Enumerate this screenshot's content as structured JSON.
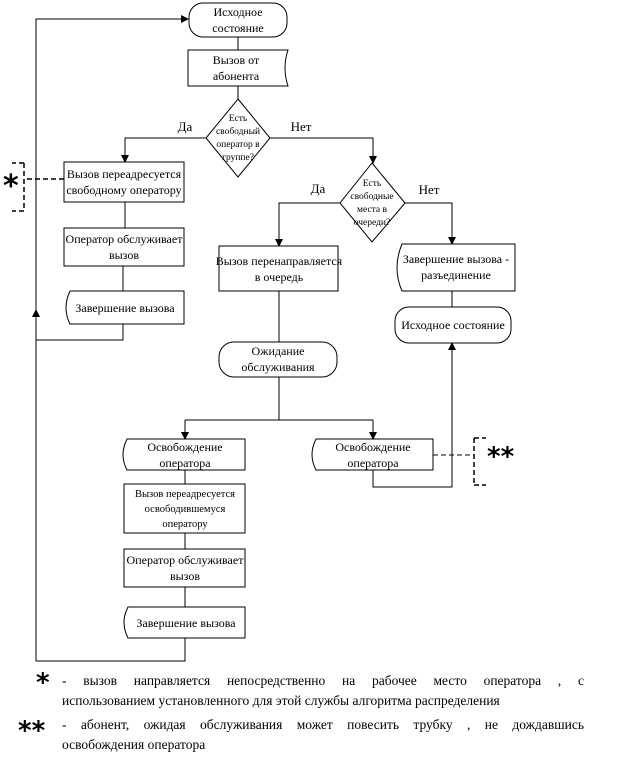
{
  "nodes": {
    "start": [
      "Исходное",
      "состояние"
    ],
    "call": [
      "Вызов от",
      "абонента"
    ],
    "decision1": [
      "Есть",
      "свободный",
      "оператор в",
      "группе?"
    ],
    "redirect_free": [
      "Вызов переадресуется",
      "свободному оператору"
    ],
    "serve1": [
      "Оператор обслуживает",
      "вызов"
    ],
    "end1": "Завершение вызова",
    "decision2": [
      "Есть",
      "свободные",
      "места в",
      "очереди?"
    ],
    "to_queue": [
      "Вызов перенаправляется",
      "в очередь"
    ],
    "disconnect": [
      "Завершение вызова -",
      "разъединение"
    ],
    "start2": "Исходное состояние",
    "waiting": [
      "Ожидание",
      "обслуживания"
    ],
    "release_left": [
      "Освобождение",
      "оператора"
    ],
    "release_right": [
      "Освобождение",
      "оператора"
    ],
    "redirect_released": [
      "Вызов переадресуется",
      "освободившемуся",
      "оператору"
    ],
    "serve2": [
      "Оператор обслуживает",
      "вызов"
    ],
    "end2": "Завершение вызова"
  },
  "labels": {
    "yes1": "Да",
    "no1": "Нет",
    "yes2": "Да",
    "no2": "Нет"
  },
  "markers": {
    "single": "*",
    "double": "**"
  },
  "legend": [
    {
      "marker": "*",
      "line1": "- вызов направляется непосредственно на рабочее место оператора , с",
      "line2": "использованием установленного для этой службы алгоритма распределения"
    },
    {
      "marker": "**",
      "line1": "- абонент, ожидая обслуживания может повесить трубку , не дождавшись",
      "line2": "освобождения оператора"
    }
  ]
}
